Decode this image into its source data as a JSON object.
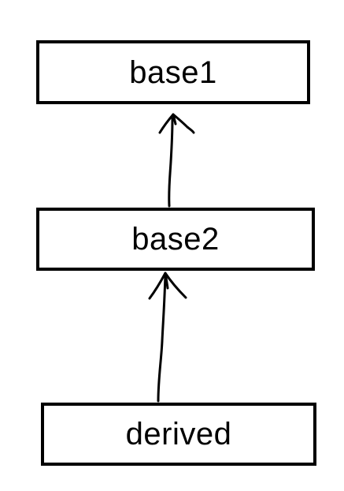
{
  "diagram": {
    "nodes": [
      {
        "id": "base1",
        "label": "base1"
      },
      {
        "id": "base2",
        "label": "base2"
      },
      {
        "id": "derived",
        "label": "derived"
      }
    ],
    "edges": [
      {
        "from": "base2",
        "to": "base1",
        "style": "hand-drawn arrow"
      },
      {
        "from": "derived",
        "to": "base2",
        "style": "hand-drawn arrow"
      }
    ],
    "colors": {
      "stroke": "#000000",
      "background": "#ffffff"
    }
  }
}
